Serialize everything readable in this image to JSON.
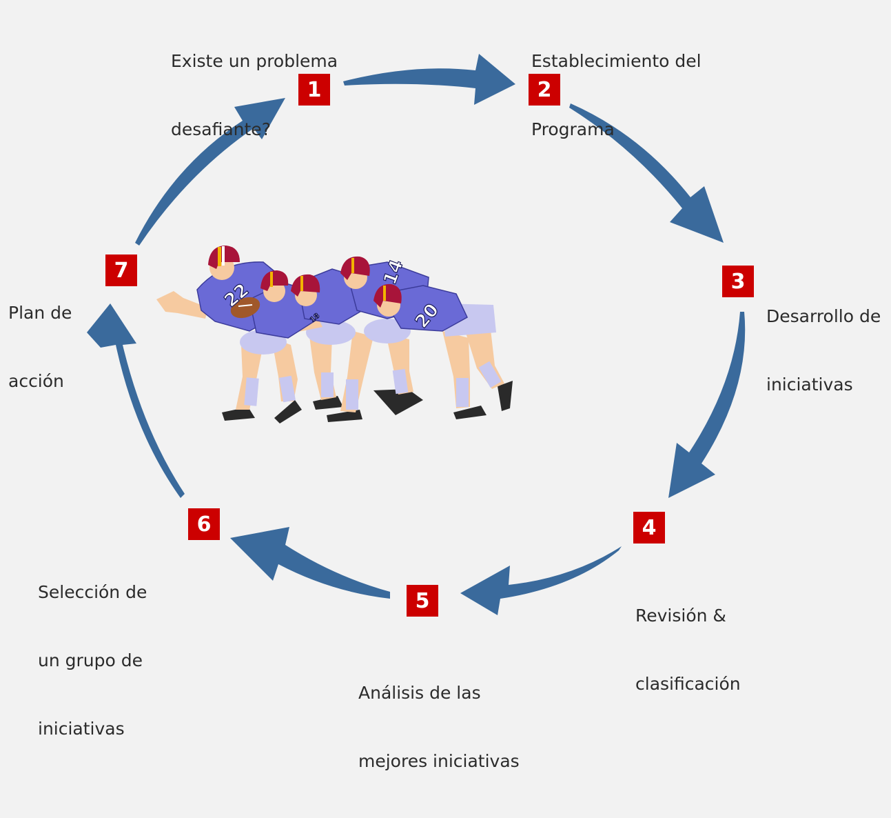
{
  "colors": {
    "background": "#f2f2f2",
    "arrow": "#3a6a9c",
    "badge": "#cc0000",
    "badge_text": "#ffffff",
    "label_text": "#2b2b2b"
  },
  "steps": [
    {
      "number": "1",
      "lines": [
        "Existe un problema",
        "desafiante?"
      ]
    },
    {
      "number": "2",
      "lines": [
        "Establecimiento del",
        "Programa"
      ]
    },
    {
      "number": "3",
      "lines": [
        "Desarrollo de",
        "iniciativas"
      ]
    },
    {
      "number": "4",
      "lines": [
        "Revisión &",
        "clasificación"
      ]
    },
    {
      "number": "5",
      "lines": [
        "Análisis de las",
        "mejores iniciativas"
      ]
    },
    {
      "number": "6",
      "lines": [
        "Selección de",
        "un grupo de",
        "iniciativas"
      ]
    },
    {
      "number": "7",
      "lines": [
        "Plan de",
        "acción"
      ]
    }
  ],
  "illustration": {
    "icon": "football-players-scrum-icon",
    "jersey_numbers": [
      "22",
      "18",
      "14",
      "20"
    ]
  }
}
